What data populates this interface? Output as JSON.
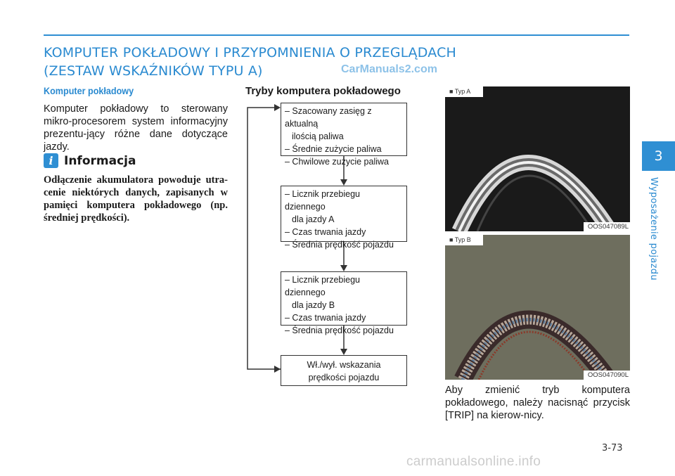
{
  "header": {
    "title_line1": "KOMPUTER POKŁADOWY I PRZYPOMNIENIA O PRZEGLĄDACH",
    "title_line2": "(ZESTAW WSKAŹNIKÓW TYPU A)",
    "accent_color": "#2f8fd3"
  },
  "watermark_top": "CarManuals2.com",
  "section": {
    "heading": "Komputer pokładowy",
    "body": "Komputer pokładowy to sterowany mikro-procesorem system informacyjny prezentu-jący różne dane dotyczące jazdy."
  },
  "info": {
    "icon": "i",
    "title": "Informacja",
    "text": "Odłączenie akumulatora powoduje utra-cenie niektórych danych, zapisanych w pamięci komputera pokładowego (np. średniej prędkości)."
  },
  "modes": {
    "heading": "Tryby komputera pokładowego",
    "box1": [
      "– Szacowany zasięg z aktualną",
      "ilością paliwa",
      "– Średnie zużycie paliwa",
      "– Chwilowe zużycie paliwa"
    ],
    "box2": [
      "– Licznik przebiegu dziennego",
      "dla jazdy A",
      "– Czas trwania jazdy",
      "– Średnia prędkość pojazdu"
    ],
    "box3": [
      "– Licznik przebiegu dziennego",
      "dla jazdy B",
      "– Czas trwania jazdy",
      "– Średnia prędkość pojazdu"
    ],
    "box4": [
      "Wł./wył. wskazania",
      "prędkości pojazdu"
    ]
  },
  "photos": {
    "a": {
      "tag": "■ Typ A",
      "code": "OOS047089L"
    },
    "b": {
      "tag": "■ Typ B",
      "code": "OOS047090L"
    }
  },
  "caption": "Aby zmienić tryb komputera pokładowego, należy nacisnąć przycisk [TRIP] na kierow-nicy.",
  "side": {
    "chapter": "3",
    "label": "Wyposażenie pojazdu"
  },
  "page_number": "3-73",
  "watermark_bottom": "carmanualsonline.info"
}
